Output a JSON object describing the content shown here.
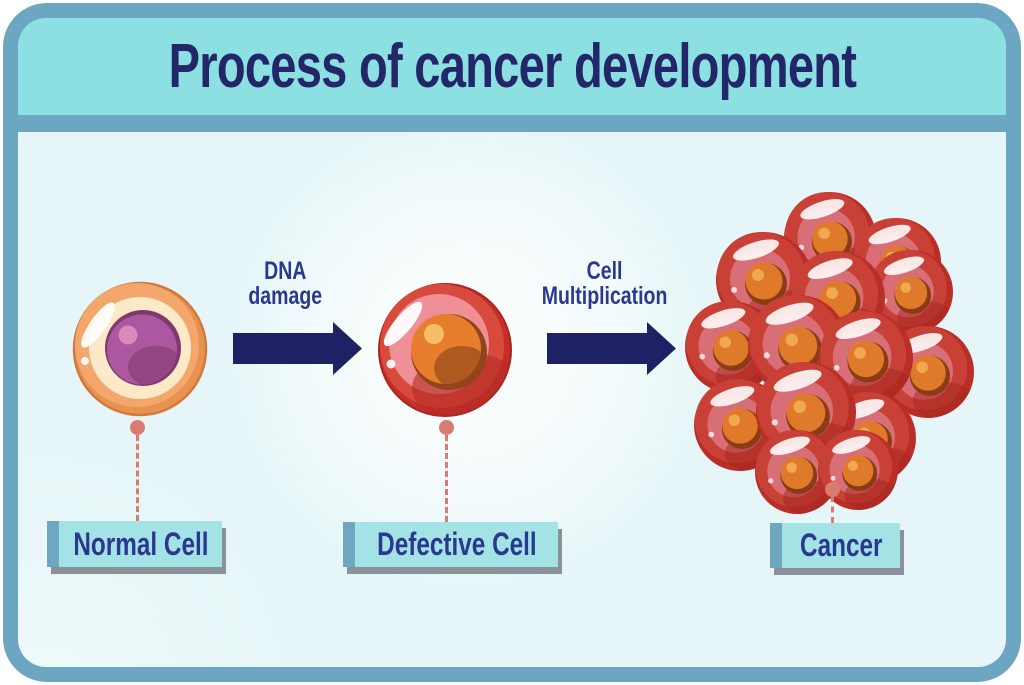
{
  "title": "Process of cancer development",
  "stages": [
    {
      "id": "normal-cell",
      "label": "Normal Cell"
    },
    {
      "id": "defective-cell",
      "label": "Defective Cell"
    },
    {
      "id": "cancer",
      "label": "Cancer"
    }
  ],
  "transitions": [
    {
      "id": "dna-damage",
      "line1": "DNA",
      "line2": "damage"
    },
    {
      "id": "cell-multiplication",
      "line1": "Cell",
      "line2": "Multiplication"
    }
  ],
  "colors": {
    "frame_border": "#6CA6C2",
    "titlebar_bg": "#8DE0E2",
    "content_bg": "#E6F6F8",
    "title_text": "#232769",
    "label_text": "#2B3890",
    "label_box_bg": "#A3E3E6",
    "label_box_edge": "#6FA7C0",
    "label_box_shadow": "#8A9199",
    "arrow": "#1E2264",
    "connector": "#DB7A6F",
    "normal_cell_body": "#F3A76C",
    "normal_cell_inner": "#FBE9C7",
    "normal_cell_nucleus": "#AC57A0",
    "defective_cell_body": "#D94A3E",
    "defective_cell_inner": "#EF9097",
    "defective_cell_nucleus": "#E67E2D",
    "cancer_cell_body": "#C0342B"
  }
}
